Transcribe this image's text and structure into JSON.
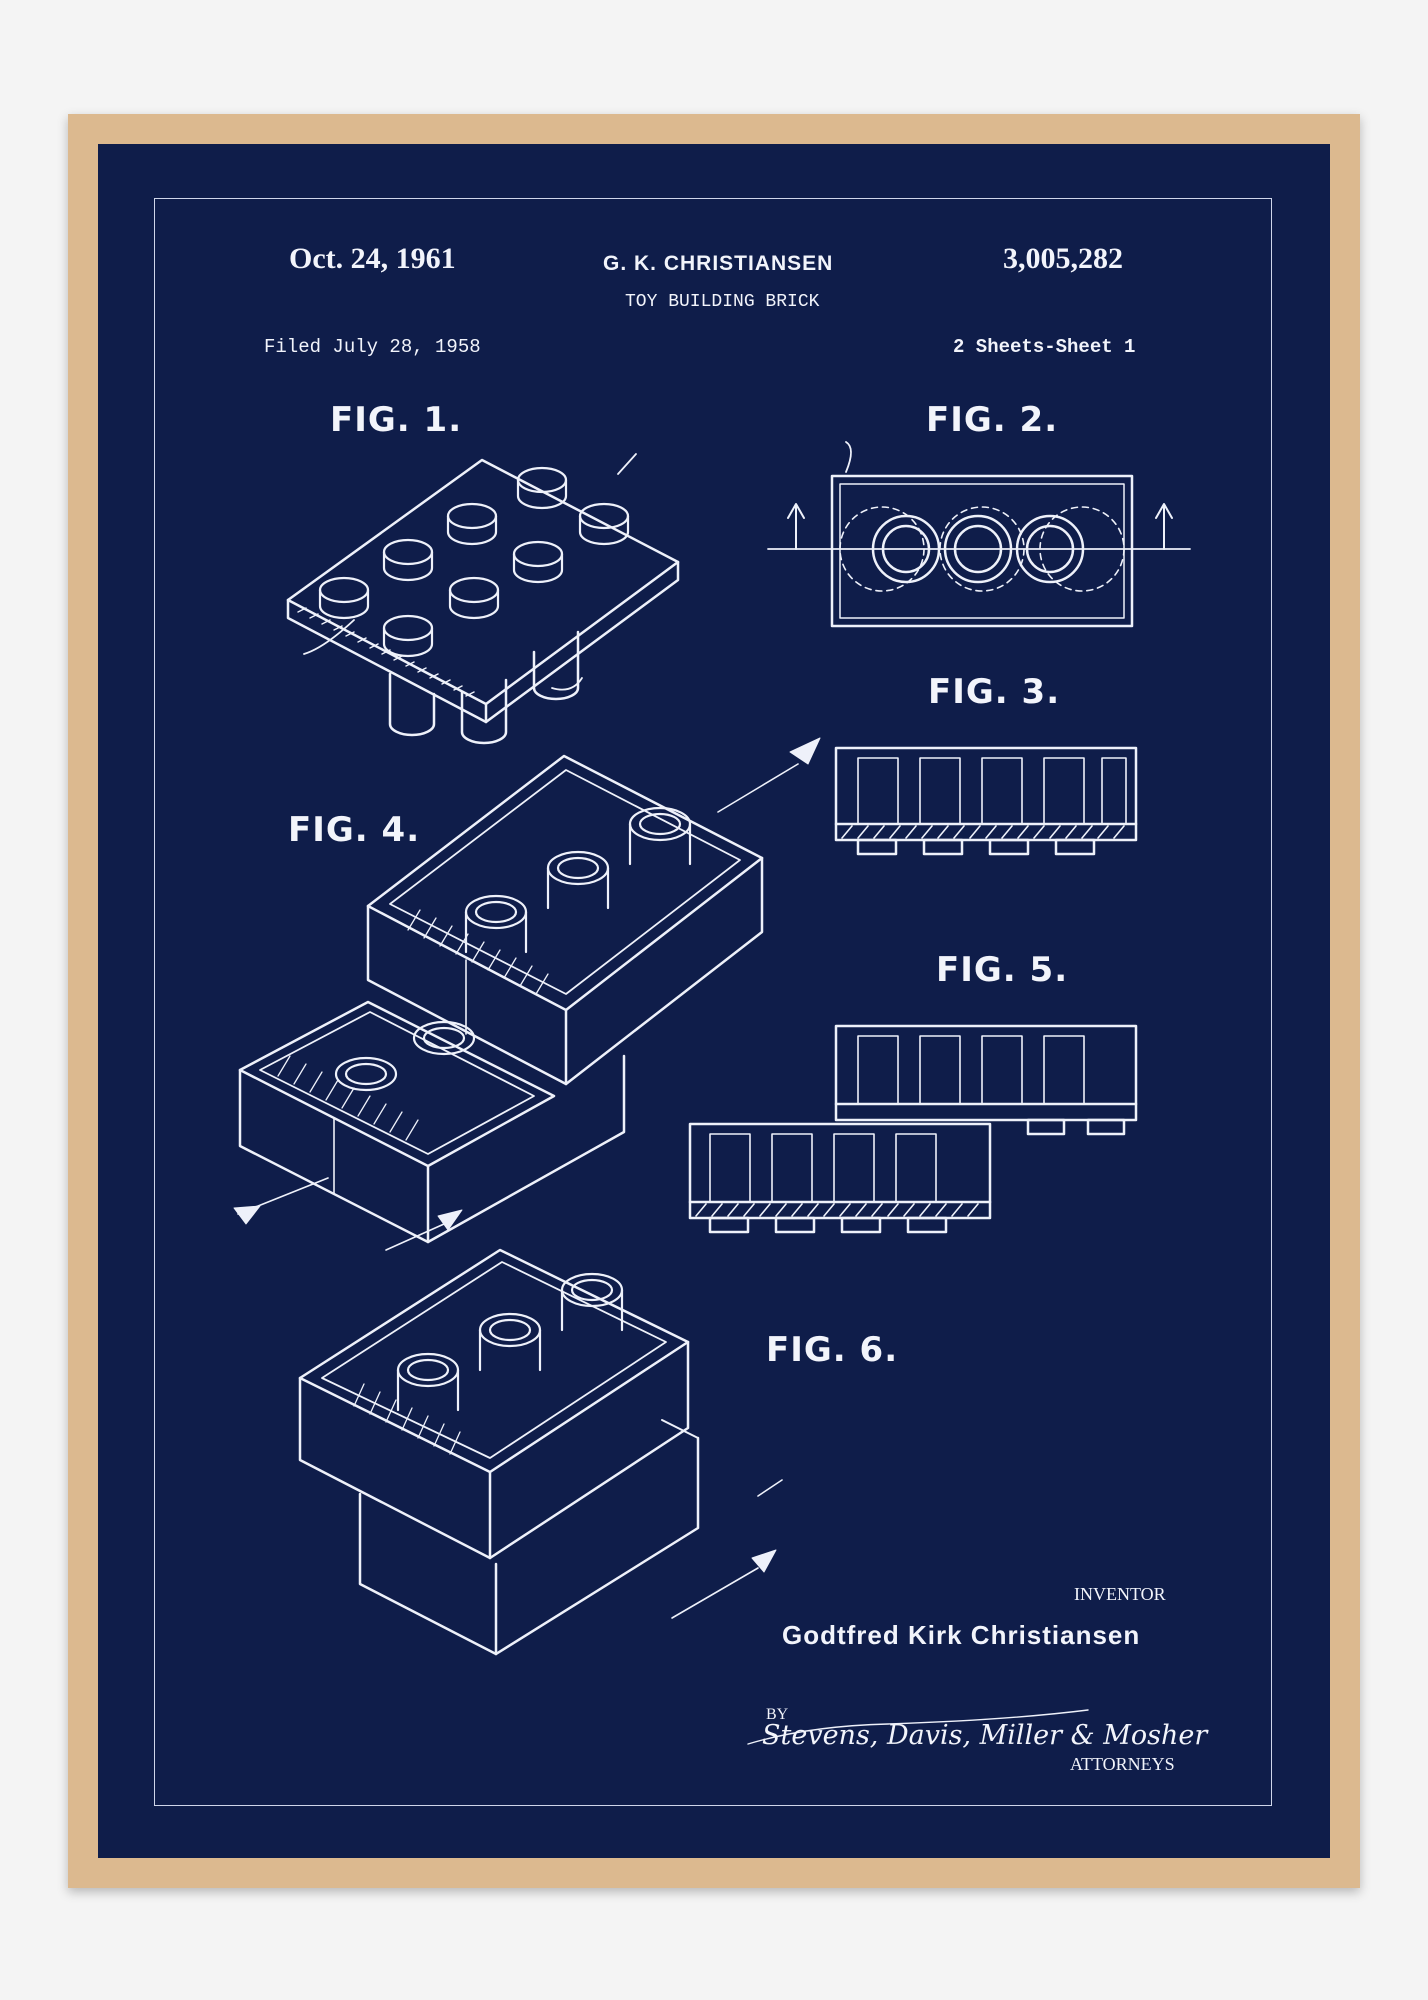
{
  "header": {
    "date": "Oct. 24, 1961",
    "inventor_name": "G. K. CHRISTIANSEN",
    "patent_number": "3,005,282",
    "title": "TOY BUILDING BRICK",
    "filed": "Filed July 28, 1958",
    "sheets": "2 Sheets-Sheet 1"
  },
  "figures": {
    "fig1": "FIG. 1.",
    "fig2": "FIG. 2.",
    "fig3": "FIG. 3.",
    "fig4": "FIG. 4.",
    "fig5": "FIG. 5.",
    "fig6": "FIG. 6."
  },
  "footer": {
    "inventor_label": "INVENTOR",
    "inventor_full": "Godtfred Kirk Christiansen",
    "by": "BY",
    "attorneys_signature": "Stevens, Davis, Miller & Mosher",
    "attorneys_label": "ATTORNEYS"
  },
  "colors": {
    "background": "#0f1d4a",
    "frame": "#dcb98f",
    "ink": "#f2f4fb"
  }
}
